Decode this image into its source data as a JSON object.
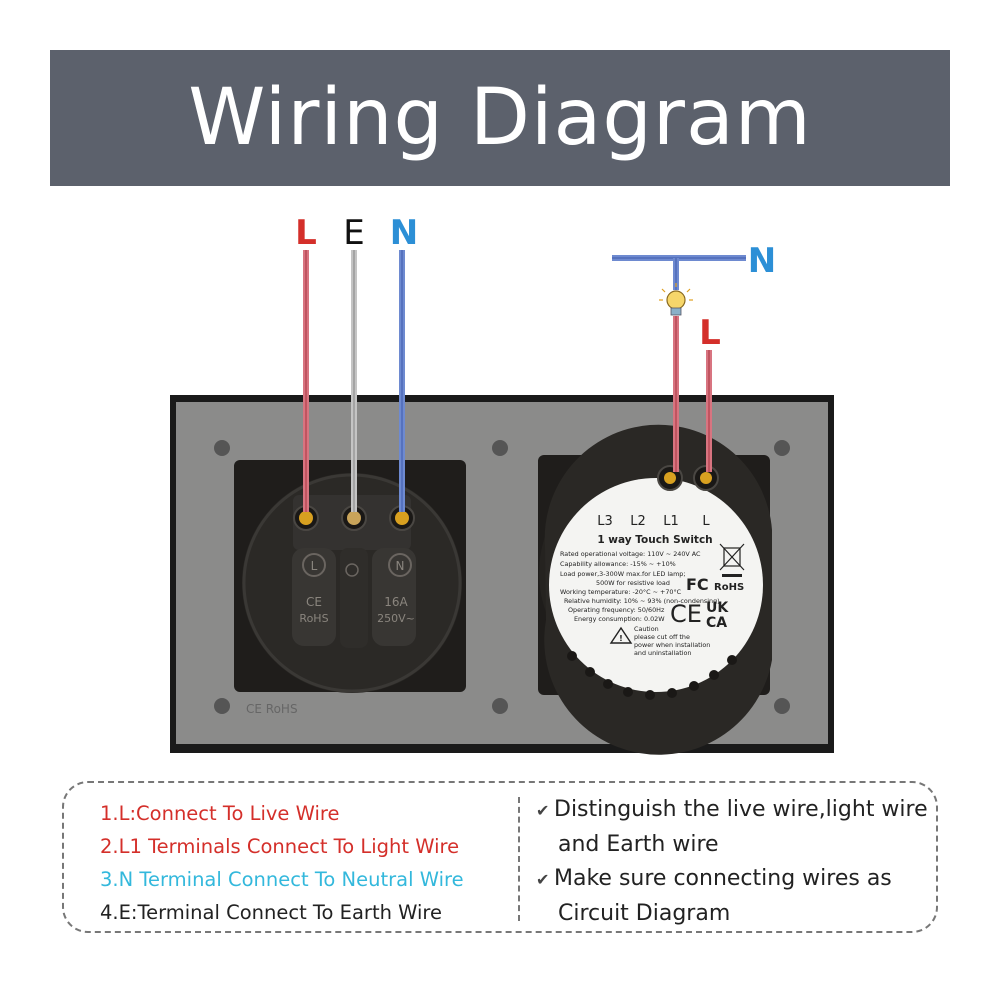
{
  "title": "Wiring Diagram",
  "socket_wires": {
    "l": "L",
    "e": "E",
    "n": "N"
  },
  "switch_wires": {
    "n": "N",
    "l": "L"
  },
  "socket_marks": {
    "l": "L",
    "n": "N",
    "ce": "CE",
    "rohs": "RoHS",
    "amp": "16A",
    "volt": "250V~"
  },
  "panel_mark": "CE RoHS",
  "switch_module": {
    "terminals": [
      "L3",
      "L2",
      "L1",
      "L"
    ],
    "name": "1 way Touch Switch",
    "specs": [
      "Rated operational voltage: 110V ~ 240V AC",
      "Capability allowance: -15% ~ +10%",
      "Load power,3-300W max.for LED lamp;",
      "500W for resistive load",
      "Working temperature: -20°C ~ +70°C",
      "Relative humidity: 10% ~ 93% (non-condensing)",
      "Operating frequency: 50/60Hz",
      "Energy consumption: 0.02W"
    ],
    "caution_title": "Caution",
    "caution_lines": [
      "please cut off the",
      "power when installation",
      "and uninstallation"
    ],
    "marks": {
      "fc": "FC",
      "rohs": "RoHS",
      "ce": "CE",
      "ukca": [
        "UK",
        "CA"
      ]
    }
  },
  "instructions": [
    {
      "text": "1.L:Connect To Live Wire",
      "color": "#d42f2a"
    },
    {
      "text": "2.L1 Terminals Connect To Light Wire",
      "color": "#d42f2a"
    },
    {
      "text": "3.N Terminal Connect To Neutral Wire",
      "color": "#33b8dc"
    },
    {
      "text": "4.E:Terminal Connect To Earth Wire",
      "color": "#222222"
    }
  ],
  "tips": {
    "tip1": {
      "line1": "Distinguish the live wire,light wire",
      "line2": "and Earth wire"
    },
    "tip2": {
      "line1": "Make sure connecting wires as",
      "line2": "Circuit Diagram"
    }
  },
  "colors": {
    "live": "#d42f2a",
    "neutral": "#2c8fd6",
    "earth": "#111111",
    "banner": "#5c616c"
  }
}
